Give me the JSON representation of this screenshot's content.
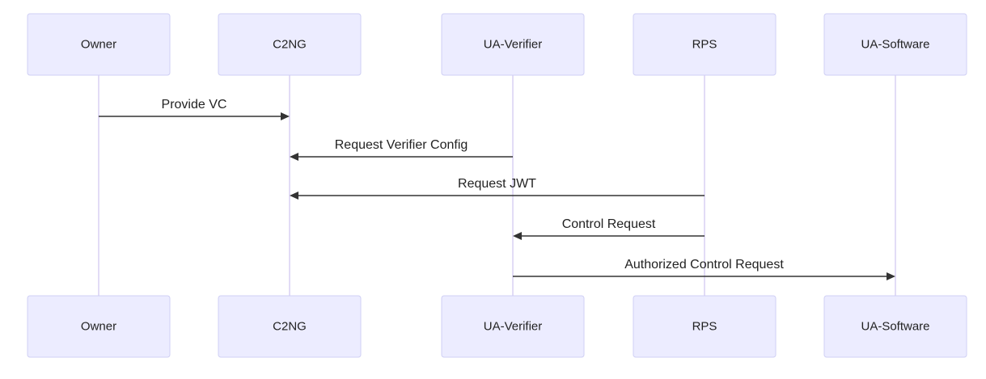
{
  "participants": [
    {
      "id": "owner",
      "label": "Owner"
    },
    {
      "id": "c2ng",
      "label": "C2NG"
    },
    {
      "id": "ua-verifier",
      "label": "UA-Verifier"
    },
    {
      "id": "rps",
      "label": "RPS"
    },
    {
      "id": "ua-software",
      "label": "UA-Software"
    }
  ],
  "messages": [
    {
      "from": "owner",
      "to": "c2ng",
      "label": "Provide VC"
    },
    {
      "from": "ua-verifier",
      "to": "c2ng",
      "label": "Request Verifier Config"
    },
    {
      "from": "rps",
      "to": "c2ng",
      "label": "Request JWT"
    },
    {
      "from": "rps",
      "to": "ua-verifier",
      "label": "Control Request"
    },
    {
      "from": "ua-verifier",
      "to": "ua-software",
      "label": "Authorized Control Request"
    }
  ],
  "colors": {
    "actor_fill": "#ececff",
    "actor_border": "#cfcff4",
    "lifeline": "#d9d0f3",
    "message": "#333333"
  }
}
